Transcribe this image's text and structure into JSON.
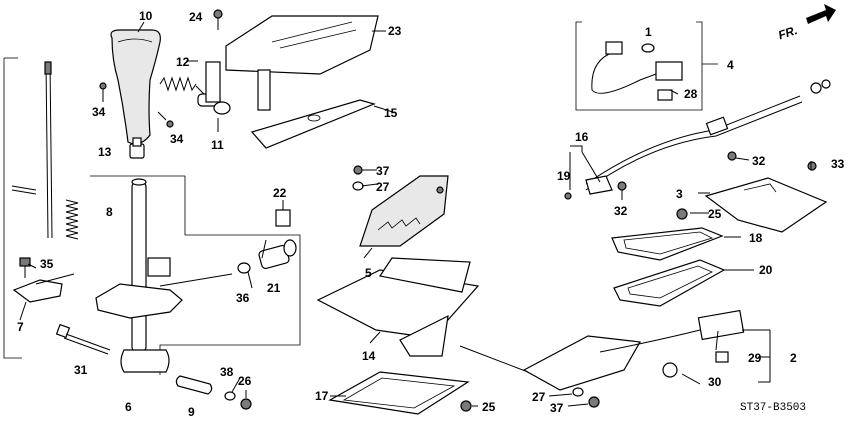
{
  "diagram": {
    "code": "ST37-B3503",
    "direction_label": "FR.",
    "callouts": [
      "1",
      "2",
      "3",
      "4",
      "5",
      "6",
      "7",
      "8",
      "9",
      "10",
      "11",
      "12",
      "13",
      "14",
      "15",
      "16",
      "17",
      "18",
      "19",
      "20",
      "21",
      "22",
      "23",
      "24",
      "25",
      "26",
      "27",
      "28",
      "29",
      "30",
      "31",
      "32",
      "33",
      "34",
      "35",
      "36",
      "37",
      "38"
    ]
  }
}
